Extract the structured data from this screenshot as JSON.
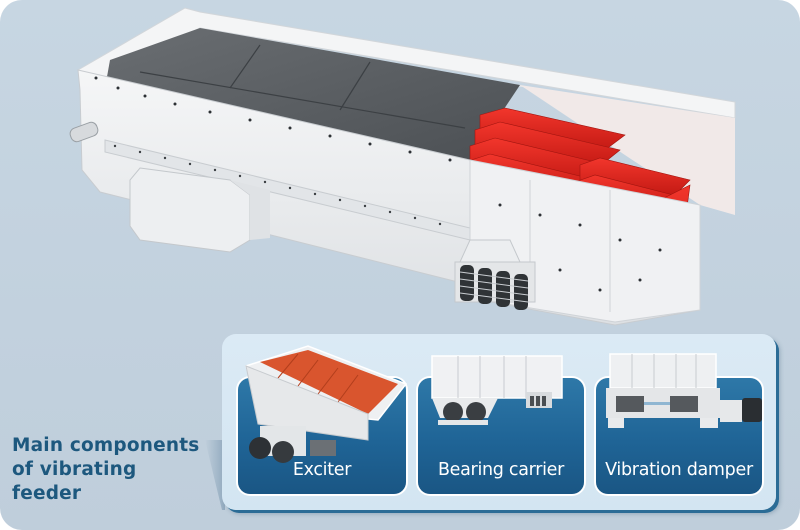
{
  "caption": {
    "lines": [
      "Main components",
      "of vibrating",
      "feeder"
    ]
  },
  "hero": {
    "subject": "vibrating-feeder-3d-render",
    "colors": {
      "body": "#eef0f2",
      "liner_plates": "#55595d",
      "grizzly_bars": "#e0231d",
      "springs": "#2f3336",
      "background": "#c5d4e0"
    }
  },
  "components": {
    "title_color": "#1d587e",
    "card_color": "#1f6496",
    "items": [
      {
        "label": "Exciter",
        "icon": "exciter-icon"
      },
      {
        "label": "Bearing carrier",
        "icon": "bearing-carrier-icon"
      },
      {
        "label": "Vibration damper",
        "icon": "vibration-damper-icon"
      }
    ]
  }
}
